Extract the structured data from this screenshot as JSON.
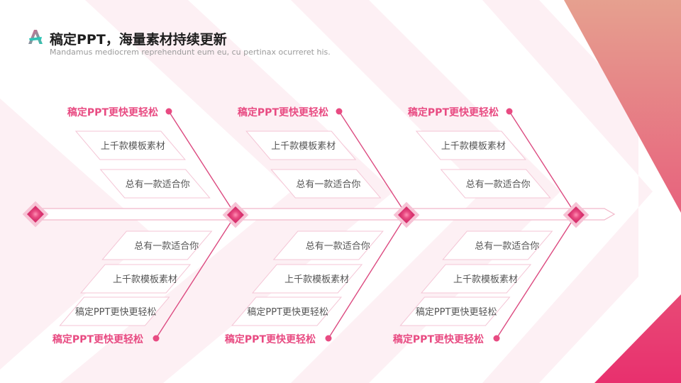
{
  "header": {
    "title": "稿定PPT，海量素材持续更新",
    "subtitle": "Mandamus mediocrem reprehendunt eum eu, cu pertinax ocurreret his.",
    "logo_icon": "letter-a-logo-icon"
  },
  "colors": {
    "accent": "#e84b82",
    "accent_dark": "#d8326e",
    "line": "#dc4a80",
    "pink_light": "#fde8ef",
    "box_border": "#f4c6d6",
    "corner_top": "#e6a08f",
    "corner_bottom": "#e8306e",
    "text_dark": "#555555"
  },
  "diagram": {
    "upper_branches": [
      {
        "title": "稿定PPT更快更轻松",
        "items": [
          "上千款模板素材",
          "总有一款适合你"
        ]
      },
      {
        "title": "稿定PPT更快更轻松",
        "items": [
          "上千款模板素材",
          "总有一款适合你"
        ]
      },
      {
        "title": "稿定PPT更快更轻松",
        "items": [
          "上千款模板素材",
          "总有一款适合你"
        ]
      }
    ],
    "lower_branches": [
      {
        "title": "稿定PPT更快更轻松",
        "items": [
          "总有一款适合你",
          "上千款模板素材",
          "稿定PPT更快更轻松"
        ]
      },
      {
        "title": "稿定PPT更快更轻松",
        "items": [
          "总有一款适合你",
          "上千款模板素材",
          "稿定PPT更快更轻松"
        ]
      },
      {
        "title": "稿定PPT更快更轻松",
        "items": [
          "总有一款适合你",
          "上千款模板素材",
          "稿定PPT更快更轻松"
        ]
      }
    ]
  }
}
